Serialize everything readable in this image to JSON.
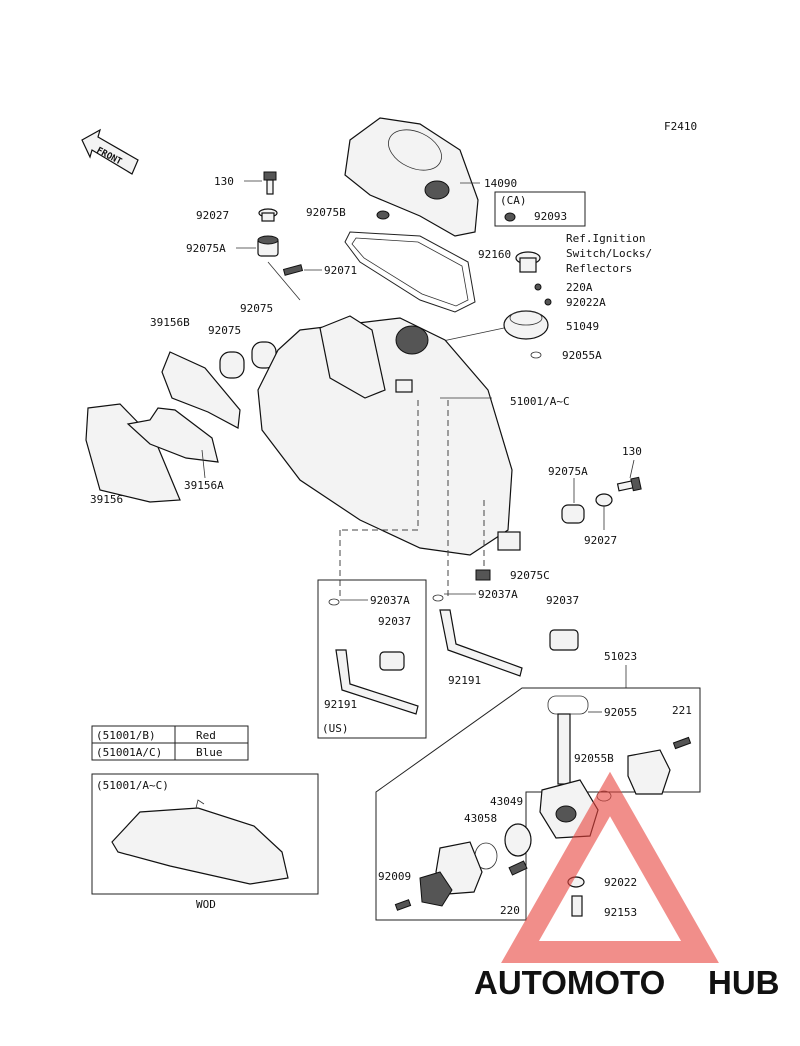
{
  "figure_code": "F2410",
  "front_label": "FRONT",
  "callouts": {
    "p130_top": "130",
    "p92027_top": "92027",
    "p92075A_top": "92075A",
    "p92071": "92071",
    "p92075_a": "92075",
    "p92075_b": "92075",
    "p39156B": "39156B",
    "p39156": "39156",
    "p39156A": "39156A",
    "p14090": "14090",
    "p92075B": "92075B",
    "ca_label": "(CA)",
    "p92093": "92093",
    "p92160": "92160",
    "ref_line1": "Ref.Ignition",
    "ref_line2": "Switch/Locks/",
    "ref_line3": "Reflectors",
    "p220A": "220A",
    "p92022A": "92022A",
    "p51049": "51049",
    "p92055A": "92055A",
    "p51001": "51001/A~C",
    "p130_right": "130",
    "p92075A_right": "92075A",
    "p92027_right": "92027",
    "p92075C": "92075C",
    "p92037A_left": "92037A",
    "p92037_left": "92037",
    "p92191_left": "92191",
    "us_label": "(US)",
    "p92037A_right": "92037A",
    "p92037_right": "92037",
    "p92191_right": "92191",
    "p51023": "51023",
    "p92055": "92055",
    "p221": "221",
    "p92055B": "92055B",
    "p43049": "43049",
    "p43058": "43058",
    "p92022": "92022",
    "p92009": "92009",
    "p220": "220",
    "p92153": "92153"
  },
  "color_table": [
    {
      "code": "(51001/B)",
      "color": "Red"
    },
    {
      "code": "(51001A/C)",
      "color": "Blue"
    }
  ],
  "inset_label": "(51001/A~C)",
  "inset_caption": "WOD",
  "watermark": {
    "part1": "AUTOMOTO",
    "part2": "HUB",
    "color1": "#f2a65a",
    "color2": "#555555",
    "triangle_color": "#e8423c"
  }
}
